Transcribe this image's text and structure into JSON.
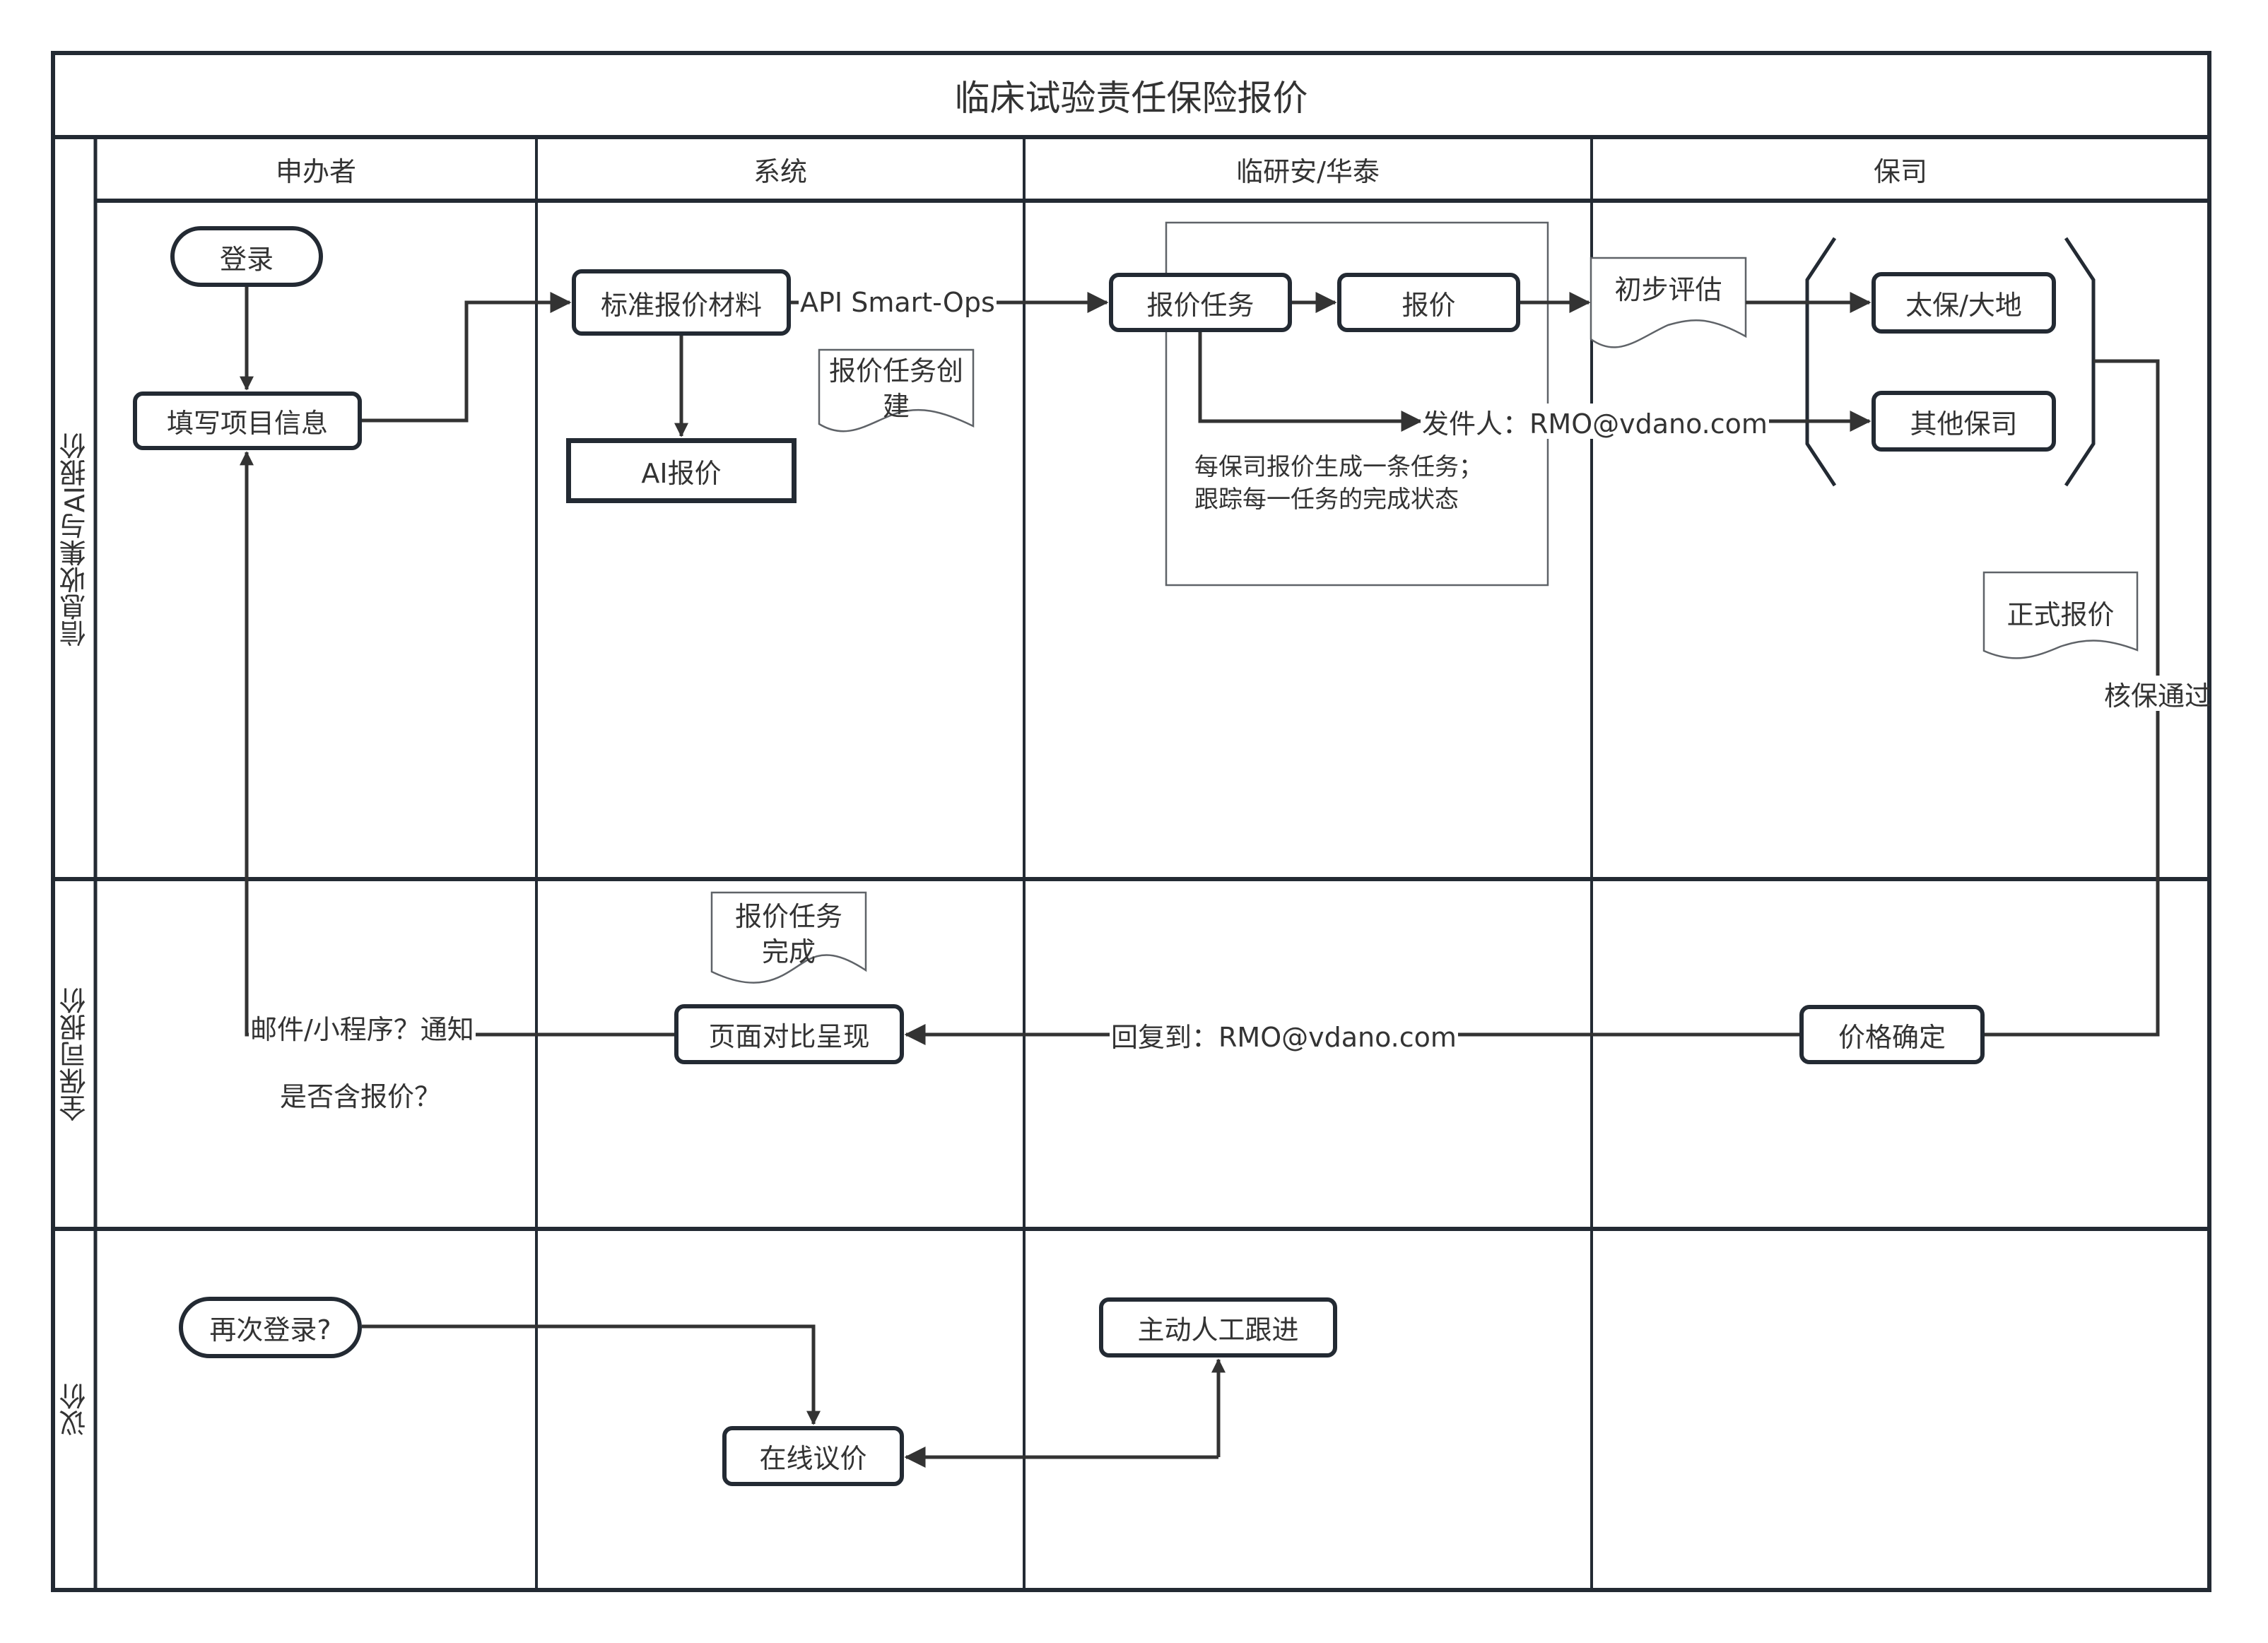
{
  "title": "临床试验责任保险报价",
  "columns": [
    "申办者",
    "系统",
    "临研安/华泰",
    "保司"
  ],
  "lanes": [
    "信息收集与AI报价",
    "全保司报价",
    "议价"
  ],
  "nodes": {
    "login": "登录",
    "fill_project_info": "填写项目信息",
    "standard_materials": "标准报价材料",
    "ai_quote": "AI报价",
    "quote_task": "报价任务",
    "quote": "报价",
    "taibao_dadi": "太保/大地",
    "other_insurers": "其他保司",
    "page_compare": "页面对比呈现",
    "price_confirm": "价格确定",
    "relogin": "再次登录?",
    "online_negotiation": "在线议价",
    "manual_followup": "主动人工跟进"
  },
  "documents": {
    "task_created": [
      "报价任务创",
      "建"
    ],
    "initial_assessment": [
      "初步评估"
    ],
    "formal_quote": [
      "正式报价"
    ],
    "task_completed": [
      "报价任务",
      "完成"
    ]
  },
  "edge_labels": {
    "api": "API Smart-Ops",
    "sender": "发件人：RMO@vdano.com",
    "reply_to": "回复到：RMO@vdano.com",
    "underwriting_passed": "核保通过",
    "notify": "邮件/小程序？通知",
    "includes_quote": "是否含报价？"
  },
  "notes": {
    "task_tracking": [
      "每保司报价生成一条任务；",
      "跟踪每一任务的完成状态"
    ]
  },
  "colors": {
    "line": "#232a33",
    "connector": "#333333",
    "frame_gray": "#5f6368"
  }
}
